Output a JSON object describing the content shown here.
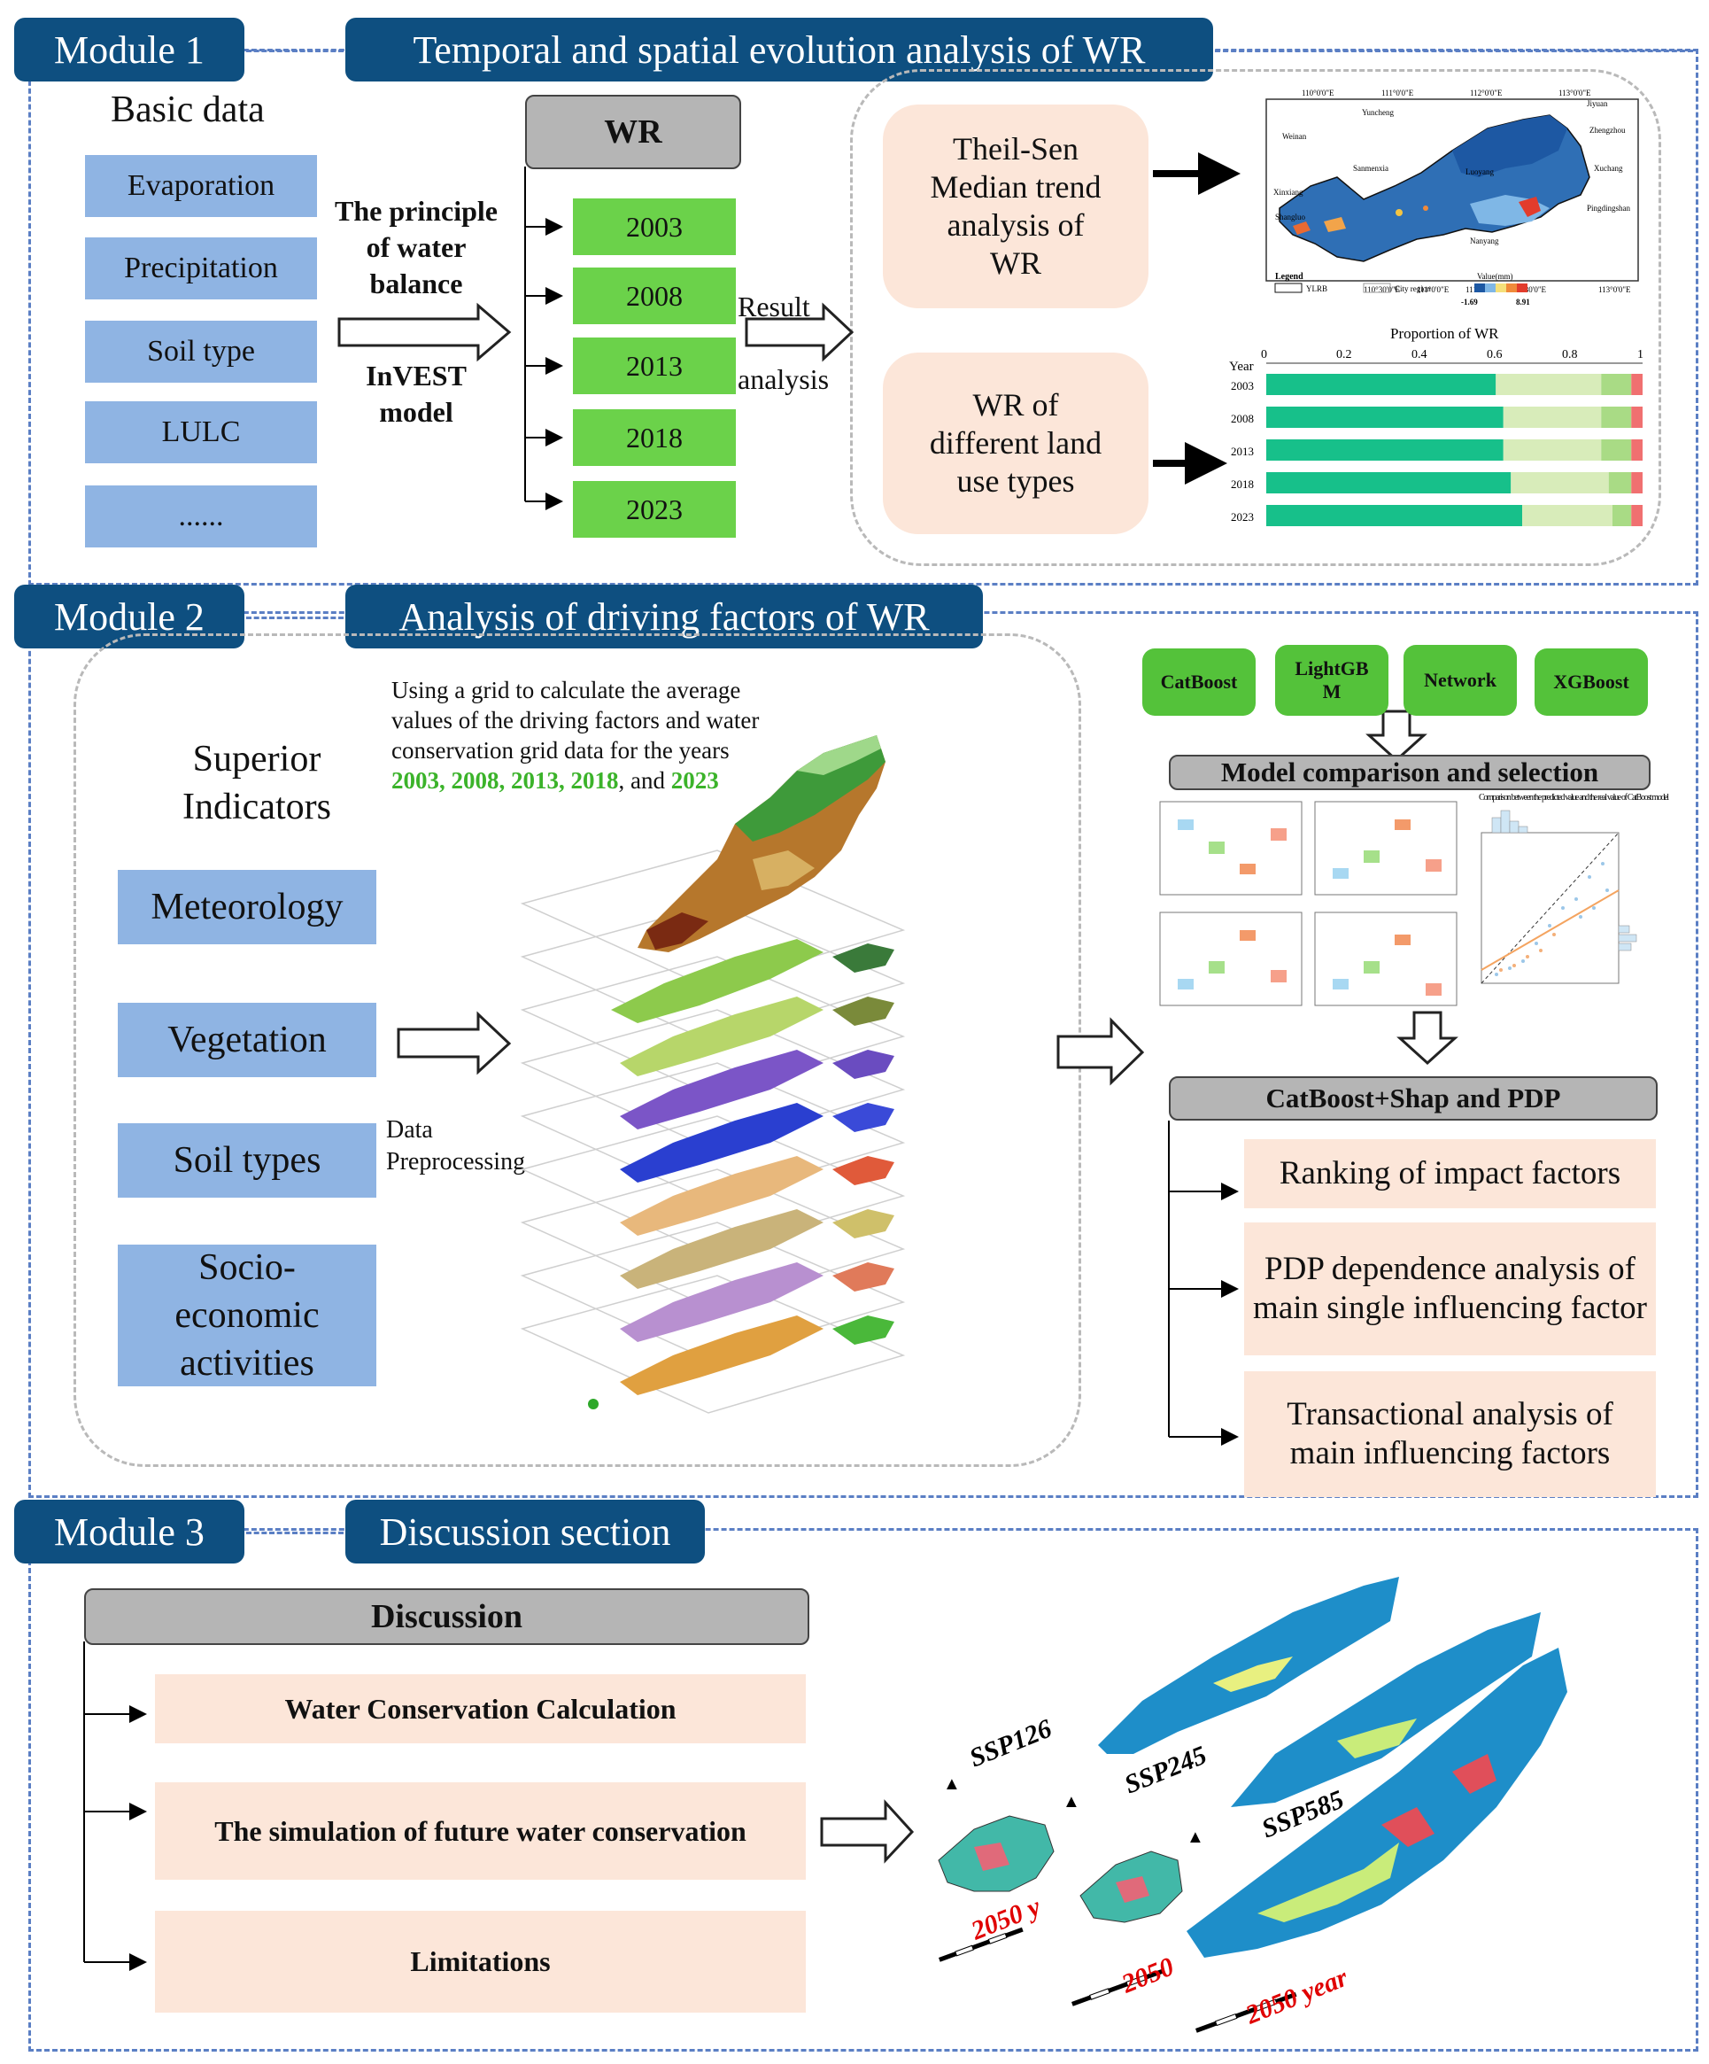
{
  "module1": {
    "tag": "Module 1",
    "title": "Temporal and spatial evolution analysis of WR",
    "basic_data_title": "Basic data",
    "basic_data_items": [
      "Evaporation",
      "Precipitation",
      "Soil type",
      "LULC",
      "......"
    ],
    "principle_line1": "The principle",
    "principle_line2": "of water",
    "principle_line3": "balance",
    "invest_line1": "InVEST",
    "invest_line2": "model",
    "wr_header": "WR",
    "years": [
      "2003",
      "2008",
      "2013",
      "2018",
      "2023"
    ],
    "result_line1": "Result",
    "result_line2": "analysis",
    "theil_line1": "Theil-Sen",
    "theil_line2": "Median trend",
    "theil_line3": "analysis of",
    "theil_line4": "WR",
    "lu_line1": "WR of",
    "lu_line2": "different land",
    "lu_line3": "use types",
    "map": {
      "lon_labels": [
        "110°0'0\"E",
        "111°0'0\"E",
        "112°0'0\"E",
        "113°0'0\"E"
      ],
      "lon_labels_bottom": [
        "110°30'0\"E",
        "111°0'0\"E",
        "111°30'0\"E",
        "112°30'0\"E",
        "113°0'0\"E"
      ],
      "cities": [
        "Yuncheng",
        "Jiyuan",
        "Weinan",
        "Zhengzhou",
        "Sanmenxia",
        "Luoyang",
        "Xuchang",
        "Pingdingshan",
        "Shangluo",
        "Nanyang",
        "Xinxiang"
      ],
      "legend_label": "Legend",
      "legend_items": [
        "YLRB",
        "City region"
      ],
      "value_label": "Value(mm)",
      "value_min": "-1.69",
      "value_max": "8.91"
    }
  },
  "module2": {
    "tag": "Module 2",
    "title": "Analysis of driving factors of WR",
    "superior_line1": "Superior",
    "superior_line2": "Indicators",
    "indicators": [
      "Meteorology",
      "Vegetation",
      "Soil types"
    ],
    "socio_line1": "Socio-",
    "socio_line2": "economic",
    "socio_line3": "activities",
    "grid_text_line1": "Using a grid to calculate the average",
    "grid_text_line2": "values of the driving factors and water",
    "grid_text_line3": "conservation grid data for the years",
    "grid_years": [
      "2003, 2008, 2013, 2018",
      "2023"
    ],
    "grid_and": ", and ",
    "data_prep_line1": "Data",
    "data_prep_line2": "Preprocessing",
    "models": [
      "CatBoost",
      "LightGB\nM",
      "Network",
      "XGBoost"
    ],
    "model_comparison": "Model comparison and selection",
    "comparison_caption": "Comparison between the predicted value and the real value of CatBoost model",
    "catboost_shap": "CatBoost+Shap and PDP",
    "results": [
      "Ranking of impact factors",
      "PDP dependence analysis of main single influencing factor",
      "Transactional analysis of main influencing factors"
    ]
  },
  "module3": {
    "tag": "Module 3",
    "title": "Discussion section",
    "discussion_header": "Discussion",
    "items": [
      "Water Conservation Calculation",
      "The simulation of future water conservation",
      "Limitations"
    ],
    "scenarios": [
      {
        "label": "SSP126",
        "year": "2050 y"
      },
      {
        "label": "SSP245",
        "year": "2050"
      },
      {
        "label": "SSP585",
        "year": "2050 year"
      }
    ]
  },
  "chart_data": {
    "type": "bar",
    "title": "Proportion of WR",
    "ylabel": "Year",
    "categories": [
      "2003",
      "2008",
      "2013",
      "2018",
      "2023"
    ],
    "xlim": [
      0,
      1
    ],
    "xticks": [
      "0",
      "0.2",
      "0.4",
      "0.6",
      "0.8",
      "1"
    ],
    "series": [
      {
        "color": "#17c08a",
        "values": [
          0.61,
          0.63,
          0.63,
          0.65,
          0.68
        ]
      },
      {
        "color": "#d8ecba",
        "values": [
          0.28,
          0.26,
          0.26,
          0.26,
          0.24
        ]
      },
      {
        "color": "#a9db85",
        "values": [
          0.08,
          0.08,
          0.08,
          0.06,
          0.05
        ]
      },
      {
        "color": "#f07070",
        "values": [
          0.03,
          0.03,
          0.03,
          0.03,
          0.03
        ]
      }
    ]
  }
}
